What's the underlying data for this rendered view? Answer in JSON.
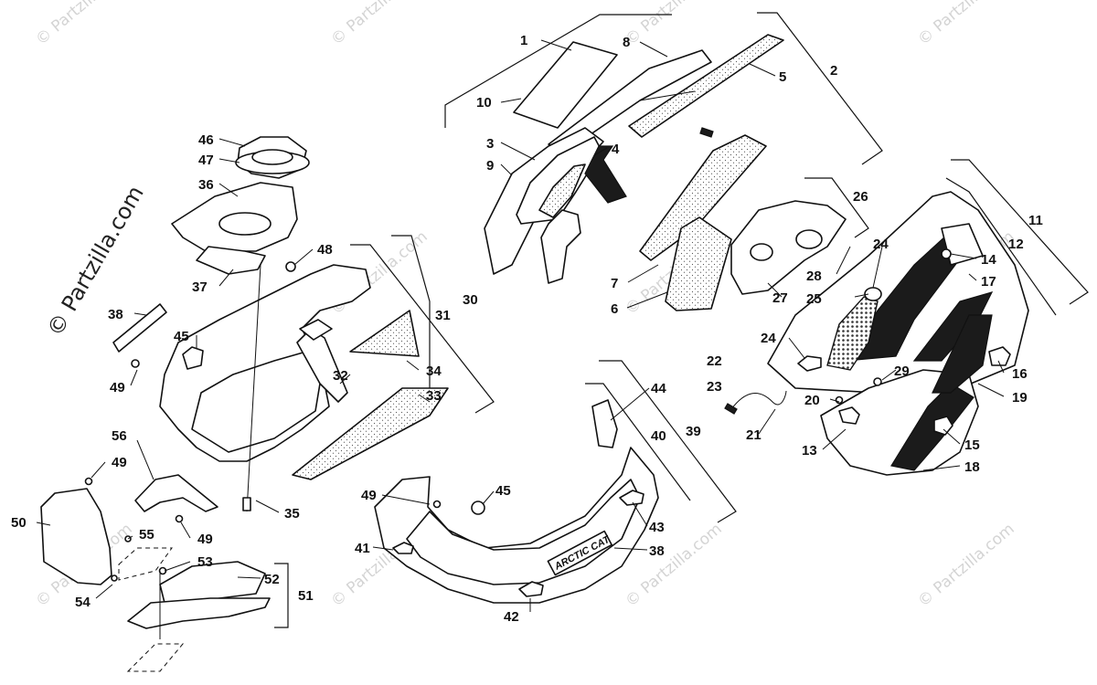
{
  "watermark": {
    "text": "© Partzilla.com",
    "vertical_text": "© Partzilla.com"
  },
  "decal": {
    "brand": "ARCTIC CAT"
  },
  "callouts": {
    "c1": "1",
    "c2": "2",
    "c3": "3",
    "c4": "4",
    "c5": "5",
    "c6": "6",
    "c7": "7",
    "c8": "8",
    "c9": "9",
    "c10": "10",
    "c11": "11",
    "c12": "12",
    "c13": "13",
    "c14": "14",
    "c15": "15",
    "c16": "16",
    "c17": "17",
    "c18": "18",
    "c19": "19",
    "c20": "20",
    "c21": "21",
    "c22": "22",
    "c23": "23",
    "c24a": "24",
    "c24b": "24",
    "c25": "25",
    "c26": "26",
    "c27": "27",
    "c28": "28",
    "c29": "29",
    "c30": "30",
    "c31": "31",
    "c32": "32",
    "c33": "33",
    "c34": "34",
    "c35": "35",
    "c36": "36",
    "c37": "37",
    "c38a": "38",
    "c38b": "38",
    "c39": "39",
    "c40": "40",
    "c41": "41",
    "c42": "42",
    "c43": "43",
    "c44": "44",
    "c45a": "45",
    "c45b": "45",
    "c46": "46",
    "c47": "47",
    "c48": "48",
    "c49a": "49",
    "c49b": "49",
    "c49c": "49",
    "c49d": "49",
    "c50": "50",
    "c51": "51",
    "c52": "52",
    "c53": "53",
    "c54": "54",
    "c55": "55",
    "c56": "56"
  }
}
